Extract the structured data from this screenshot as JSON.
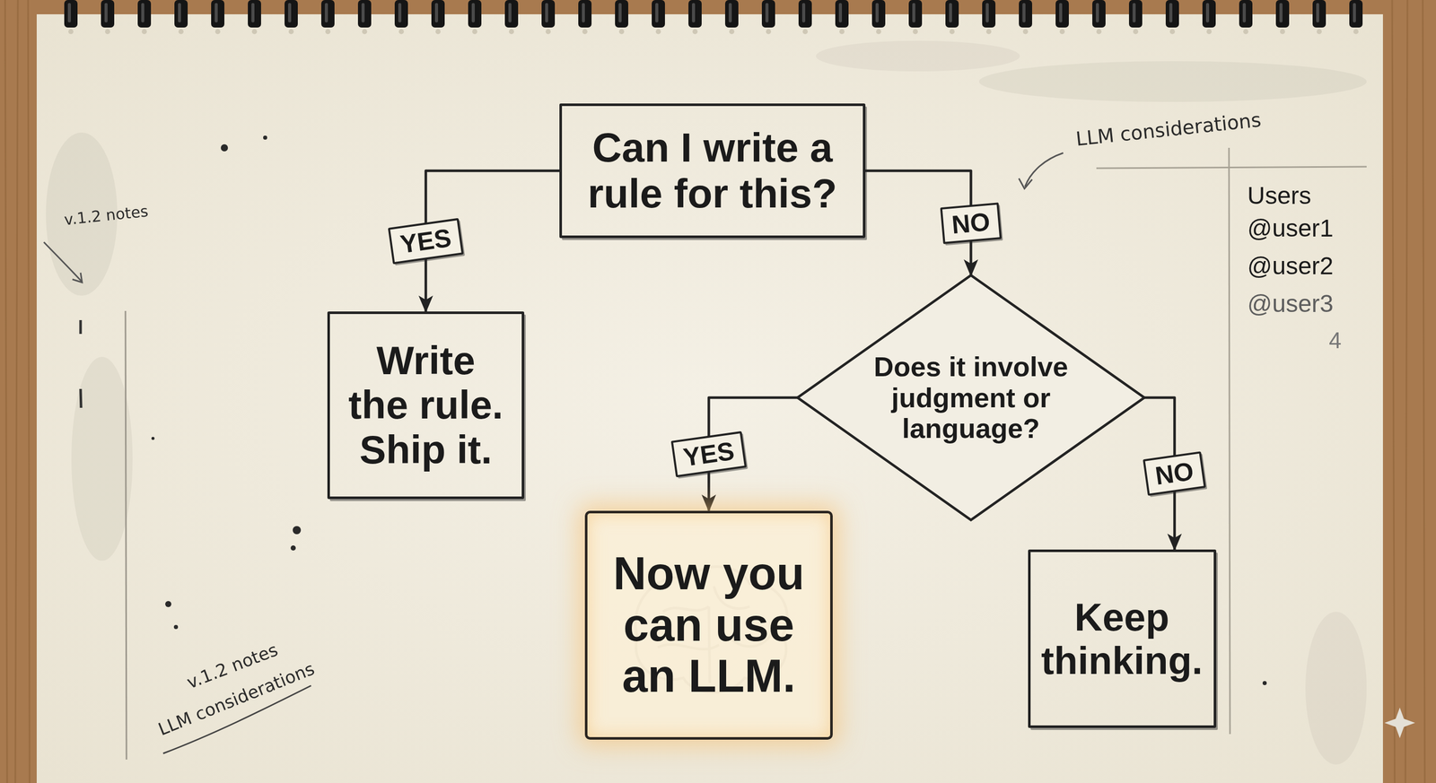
{
  "diagram": {
    "nodes": [
      {
        "text": [
          "Can I write a rule for this?"
        ]
      },
      {
        "text": [
          "Write the rule. Ship it."
        ]
      },
      {
        "text": [
          "Does it involve judgment or language?"
        ]
      },
      {
        "text": [
          "Now you can use an LLM."
        ]
      },
      {
        "text": [
          "Keep thinking."
        ]
      }
    ],
    "edges": [
      {
        "from": 0,
        "to": 1,
        "label": "YES",
        "arrow": "to"
      },
      {
        "from": 0,
        "to": 2,
        "label": "NO",
        "arrow": "to"
      },
      {
        "from": 2,
        "to": 3,
        "label": "YES",
        "arrow": "to"
      },
      {
        "from": 2,
        "to": 4,
        "label": "NO",
        "arrow": "to"
      }
    ],
    "labels": [
      "LLM considerations",
      "Users",
      "@user1",
      "@user2",
      "@user3",
      "4",
      "v.1.2 notes",
      "v.1.2 notes",
      "LLM considerations"
    ]
  }
}
